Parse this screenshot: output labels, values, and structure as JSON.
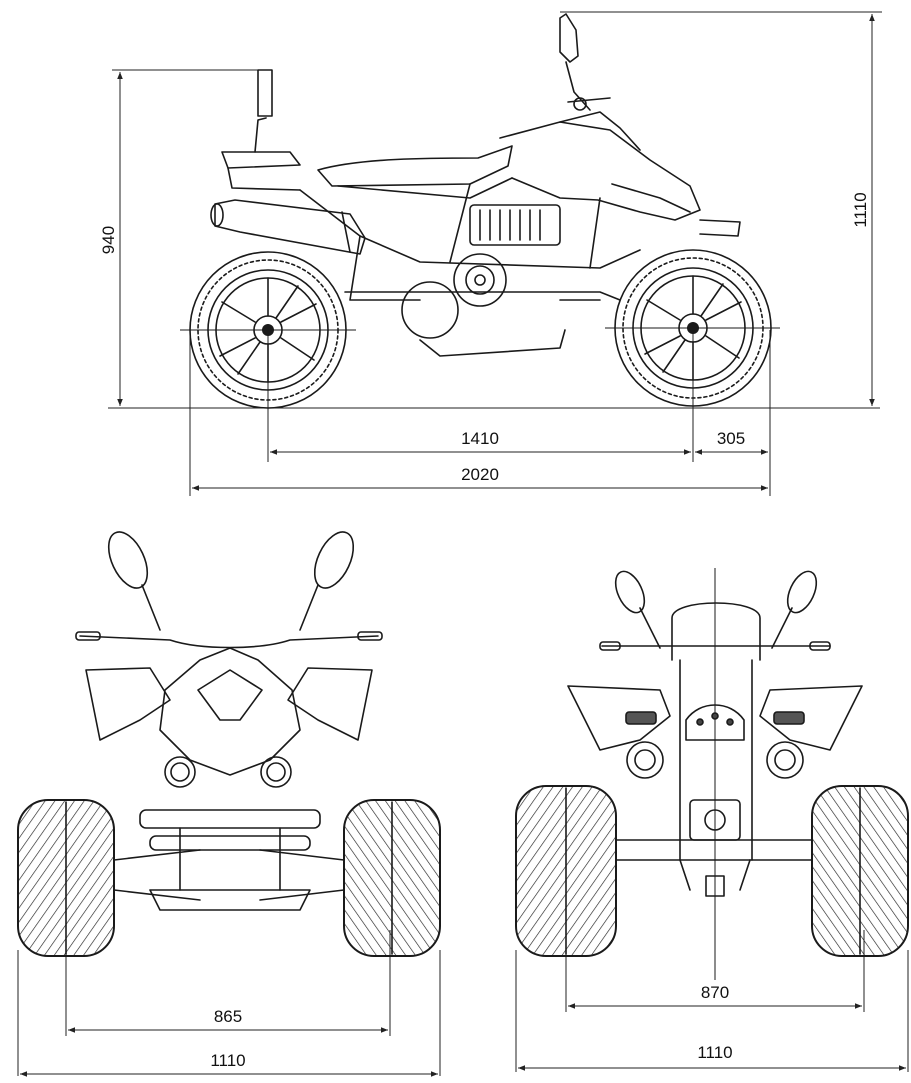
{
  "dimensions": {
    "side_view": {
      "seat_height": "940",
      "overall_height": "1110",
      "wheelbase": "1410",
      "front_overhang": "305",
      "overall_length": "2020"
    },
    "front_view": {
      "track_width": "865",
      "overall_width": "1110"
    },
    "rear_view": {
      "track_width": "870",
      "overall_width": "1110"
    }
  }
}
